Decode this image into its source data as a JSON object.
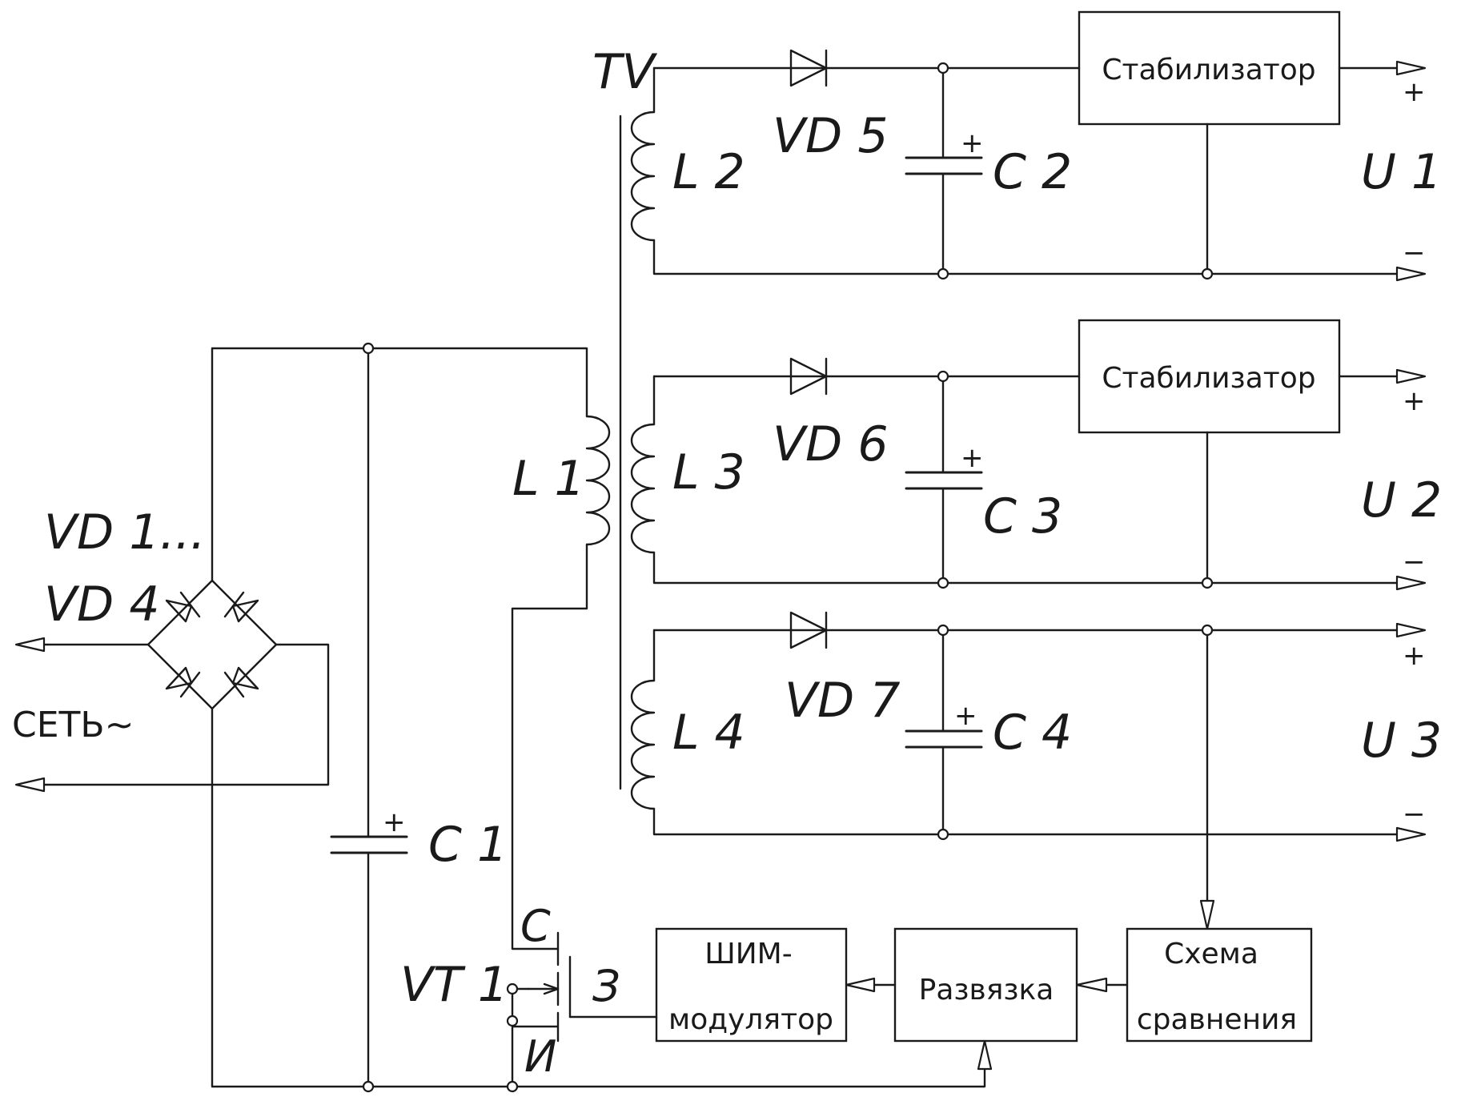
{
  "labels": {
    "tv": "TV",
    "l1": "L 1",
    "l2": "L 2",
    "l3": "L 3",
    "l4": "L 4",
    "vd5": "VD 5",
    "vd6": "VD 6",
    "vd7": "VD 7",
    "c1": "C 1",
    "c2": "C 2",
    "c3": "C 3",
    "c4": "C 4",
    "u1": "U 1",
    "u2": "U 2",
    "u3": "U 3",
    "vd1": "VD 1...",
    "vd4": "VD 4",
    "mains": "СЕТЬ~",
    "vt1": "VT 1",
    "pin_c": "С",
    "pin_z": "З",
    "pin_i": "И"
  },
  "blocks": {
    "stab1": "Стабилизатор",
    "stab2": "Стабилизатор",
    "pwm_line1": "ШИМ-",
    "pwm_line2": "модулятор",
    "isolation": "Развязка",
    "compare_line1": "Схема",
    "compare_line2": "сравнения"
  },
  "signs": {
    "u1_plus": "+",
    "u1_minus": "−",
    "u2_plus": "+",
    "u2_minus": "−",
    "u3_plus": "+",
    "u3_minus": "−",
    "c1_plus": "+",
    "c2_plus": "+",
    "c3_plus": "+",
    "c4_plus": "+"
  }
}
